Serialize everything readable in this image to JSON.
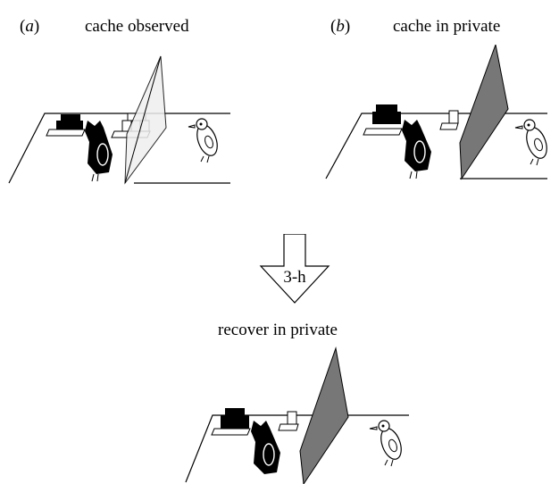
{
  "panel_a": {
    "letter": "a",
    "title": "cache observed"
  },
  "panel_b": {
    "letter": "b",
    "title": "cache in private"
  },
  "arrow": {
    "label": "3-h"
  },
  "panel_c": {
    "title": "recover in private"
  },
  "colors": {
    "screen_clear": "#efefef",
    "screen_opaque": "#777777",
    "ink": "#000000"
  },
  "icons": [
    "black-bird-icon",
    "white-bird-icon",
    "cache-tray-icon",
    "barrier-screen-icon",
    "down-arrow-icon"
  ]
}
